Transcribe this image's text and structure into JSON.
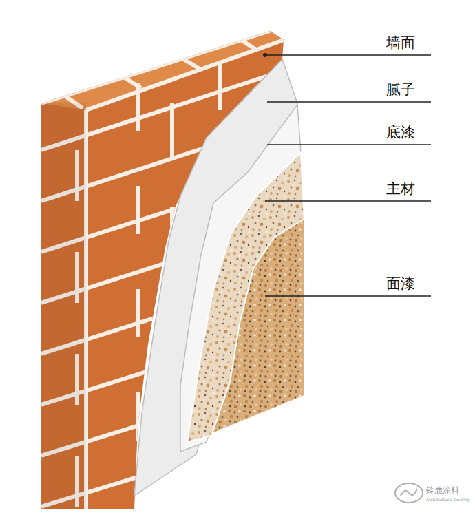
{
  "diagram": {
    "labels": [
      "墙面",
      "腻子",
      "底漆",
      "主材",
      "面漆",
      "铃鹿涂料",
      "Architectural Coating"
    ]
  }
}
